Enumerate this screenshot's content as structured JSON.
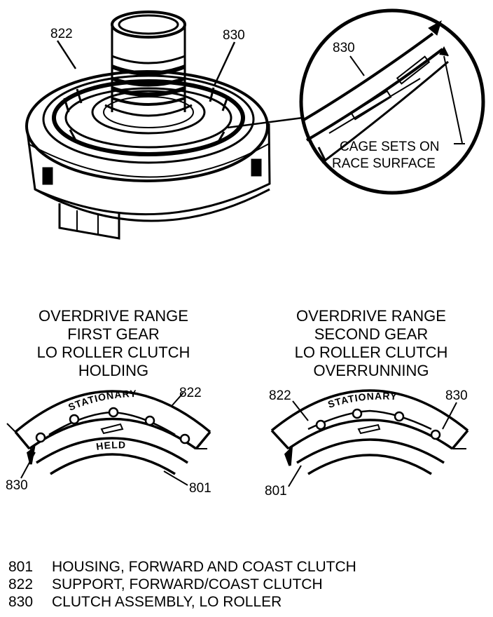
{
  "callouts": {
    "top_support": "822",
    "top_clutch": "830",
    "inset_clutch": "830",
    "inset_note_line1": "CAGE SETS ON",
    "inset_note_line2": "RACE SURFACE"
  },
  "left_view": {
    "title": [
      "OVERDRIVE RANGE",
      "FIRST GEAR",
      "LO ROLLER CLUTCH",
      "HOLDING"
    ],
    "outer_arc_label": "STATIONARY",
    "inner_arc_label": "HELD",
    "callout_support": "822",
    "callout_clutch": "830",
    "callout_housing": "801"
  },
  "right_view": {
    "title": [
      "OVERDRIVE RANGE",
      "SECOND GEAR",
      "LO ROLLER CLUTCH",
      "OVERRUNNING"
    ],
    "outer_arc_label": "STATIONARY",
    "callout_support": "822",
    "callout_clutch": "830",
    "callout_housing": "801"
  },
  "legend": [
    {
      "code": "801",
      "text": "HOUSING, FORWARD AND COAST CLUTCH"
    },
    {
      "code": "822",
      "text": "SUPPORT, FORWARD/COAST CLUTCH"
    },
    {
      "code": "830",
      "text": "CLUTCH ASSEMBLY, LO ROLLER"
    }
  ]
}
